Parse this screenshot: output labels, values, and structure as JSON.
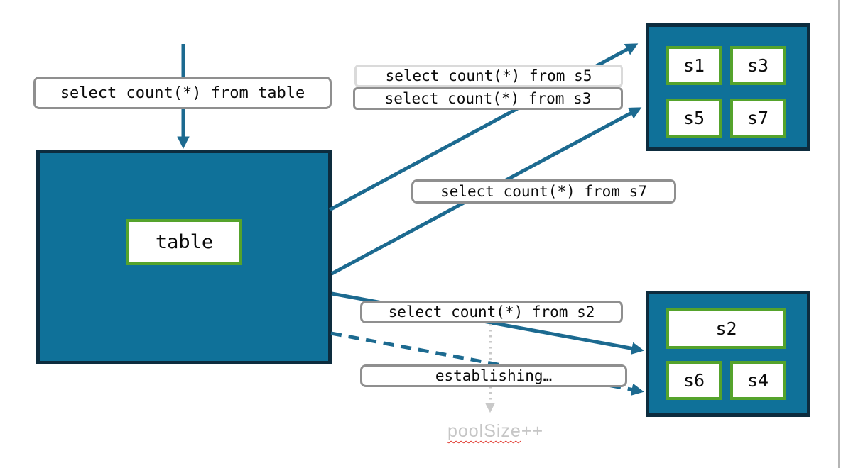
{
  "labels": {
    "query_table": "select count(*) from table",
    "query_s5": "select count(*) from s5",
    "query_s3": "select count(*) from s3",
    "query_s7": "select count(*) from s7",
    "query_s2": "select count(*) from s2",
    "establishing": "establishing…"
  },
  "table_box": {
    "label": "table"
  },
  "shard_group_top": {
    "shards": [
      "s1",
      "s3",
      "s5",
      "s7"
    ]
  },
  "shard_group_bottom": {
    "shards": [
      "s2",
      "s6",
      "s4"
    ]
  },
  "pool": {
    "text": "poolSize++",
    "misspelled_part": "poolSize",
    "suffix": "++"
  },
  "diagram": {
    "nodes": [
      "table",
      "shard-group-top (s1 s3 s5 s7)",
      "shard-group-bottom (s2 s6 s4)"
    ],
    "flows": [
      {
        "from": "client",
        "to": "table",
        "style": "solid",
        "label": "select count(*) from table"
      },
      {
        "from": "table",
        "to": "shard-group-top",
        "style": "solid",
        "label": "select count(*) from s5"
      },
      {
        "from": "table",
        "to": "shard-group-top",
        "style": "solid",
        "label": "select count(*) from s3 / select count(*) from s7"
      },
      {
        "from": "table",
        "to": "shard-group-bottom",
        "style": "solid",
        "label": "select count(*) from s2"
      },
      {
        "from": "table",
        "to": "shard-group-bottom",
        "style": "dashed",
        "label": "establishing…"
      },
      {
        "from": "select count(*) from s2",
        "to": "poolSize++",
        "style": "dotted-gray",
        "label": "poolSize++"
      }
    ]
  },
  "colors": {
    "teal_fill": "#0F7199",
    "navy_border": "#0D2C3E",
    "green_border": "#55A32C",
    "arrow_teal": "#1C6A90",
    "label_border_gray": "#8F8F8F",
    "label_border_light": "#DADADA",
    "dotted_gray": "#C9C9C9",
    "pool_text_gray": "#C6C6C6",
    "squiggle_red": "#E03A2F",
    "slide_edge_gray": "#B5B5B5"
  }
}
